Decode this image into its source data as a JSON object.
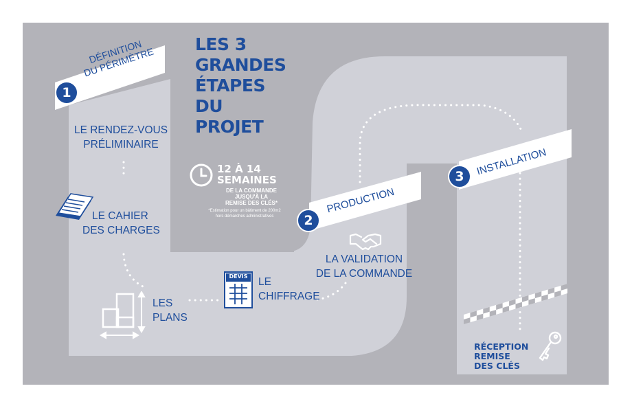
{
  "title_lines": [
    "LES 3",
    "GRANDES",
    "ÉTAPES",
    "DU",
    "PROJET"
  ],
  "duration": {
    "headline_1": "12 À 14",
    "headline_2": "SEMAINES",
    "sub_lines": [
      "DE LA COMMANDE",
      "JUSQU'À LA",
      "REMISE DES CLÉS*"
    ],
    "footnote_lines": [
      "*Estimation pour un bâtiment de 200m2",
      "hors démarches administratives"
    ]
  },
  "stages": [
    {
      "number": "1",
      "label_lines": [
        "DÉFINITION",
        "DU PÉRIMÈTRE"
      ]
    },
    {
      "number": "2",
      "label_lines": [
        "PRODUCTION"
      ]
    },
    {
      "number": "3",
      "label_lines": [
        "INSTALLATION"
      ]
    }
  ],
  "steps": {
    "rendezvous": [
      "LE RENDEZ-VOUS",
      "PRÉLIMINAIRE"
    ],
    "cahier": [
      "LE CAHIER",
      "DES CHARGES"
    ],
    "plans": [
      "LES",
      "PLANS"
    ],
    "chiffrage": [
      "LE",
      "CHIFFRAGE"
    ],
    "validation": [
      "LA VALIDATION",
      "DE LA COMMANDE"
    ],
    "reception": [
      "RÉCEPTION",
      "REMISE",
      "DES CLÉS"
    ]
  },
  "devis_label": "DEVIS",
  "icons": [
    "clock-icon",
    "document-stack-icon",
    "modules-plan-icon",
    "devis-document-icon",
    "handshake-icon",
    "key-icon"
  ],
  "colors": {
    "background": "#b3b3b9",
    "road": "#d0d1d8",
    "brand_blue": "#1f4e9c",
    "white": "#ffffff"
  }
}
